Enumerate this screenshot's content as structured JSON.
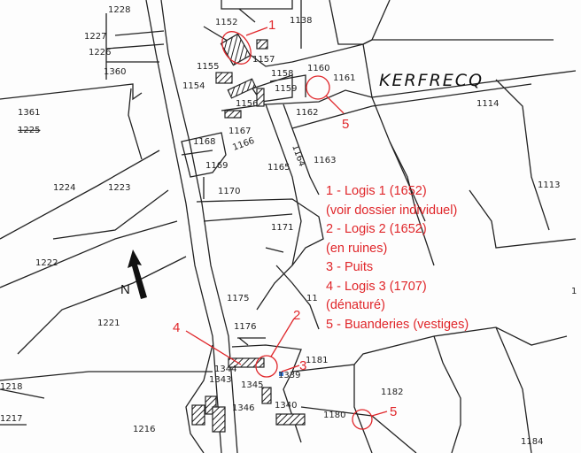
{
  "place_name": "KERFRECQ",
  "north_label": "N",
  "parcels": [
    "1228",
    "1227",
    "1226",
    "1360",
    "1361",
    "1225",
    "1224",
    "1223",
    "1222",
    "1221",
    "1218",
    "1217",
    "1216",
    "1152",
    "1138",
    "1157",
    "1155",
    "1154",
    "1156",
    "1158",
    "1159",
    "1160",
    "1161",
    "1162",
    "1167",
    "1168",
    "1166",
    "1169",
    "1165",
    "1164",
    "1163",
    "1170",
    "1171",
    "1114",
    "1113",
    "1175",
    "11",
    "1176",
    "1344",
    "1343",
    "1345",
    "1339",
    "1181",
    "1346",
    "1340",
    "1182",
    "1180",
    "1184",
    "1"
  ],
  "markers": [
    "1",
    "2",
    "3",
    "4",
    "5",
    "5"
  ],
  "legend": [
    "1 - Logis 1 (1652)",
    "(voir dossier individuel)",
    "2 - Logis 2 (1652)",
    "(en ruines)",
    "3 - Puits",
    "4 - Logis 3 (1707)",
    "(dénaturé)",
    "5 - Buanderies (vestiges)"
  ],
  "colors": {
    "annotation": "#e0262a",
    "lines": "#222222",
    "well": "#3a7bd5"
  }
}
